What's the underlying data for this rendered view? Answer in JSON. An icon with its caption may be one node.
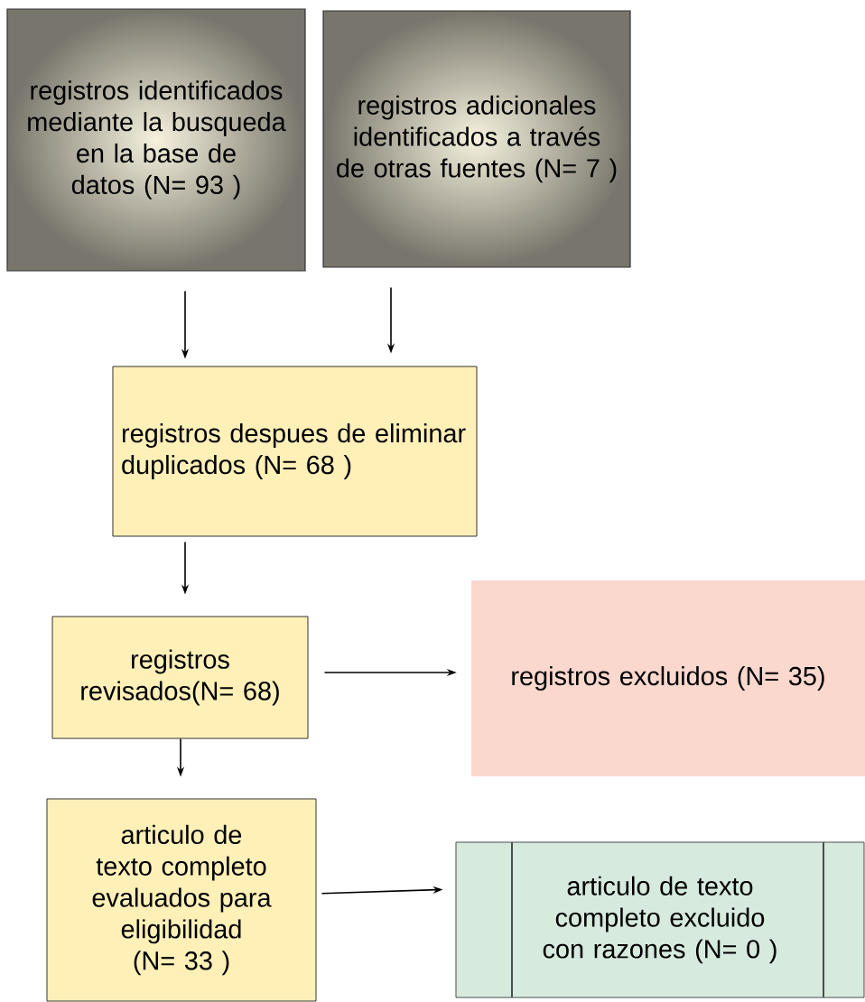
{
  "diagram": {
    "nodes": [
      {
        "text": [
          "registros identificados mediante la busqueda en la base de datos (N= 93 )"
        ]
      },
      {
        "text": [
          "registros adicionales identificados a través de otras fuentes (N= 7 )"
        ]
      },
      {
        "text": [
          "registros despues de eliminar duplicados (N= 68 )"
        ]
      },
      {
        "text": [
          "registros revisados(N= 68)"
        ]
      },
      {
        "text": [
          "registros excluidos (N= 35)"
        ]
      },
      {
        "text": [
          "articulo de texto completo evaluados para eligibilidad (N= 33  )"
        ]
      },
      {
        "text": [
          "articulo de texto completo excluido con razones (N= 0 )"
        ]
      }
    ],
    "edges": [
      {
        "from": 0,
        "to": 2,
        "arrow": "to"
      },
      {
        "from": 1,
        "to": 2,
        "arrow": "to"
      },
      {
        "from": 2,
        "to": 3,
        "arrow": "to"
      },
      {
        "from": 3,
        "to": 4,
        "arrow": "to"
      },
      {
        "from": 3,
        "to": 5,
        "arrow": "to"
      },
      {
        "from": 5,
        "to": 6,
        "arrow": "to"
      }
    ]
  }
}
